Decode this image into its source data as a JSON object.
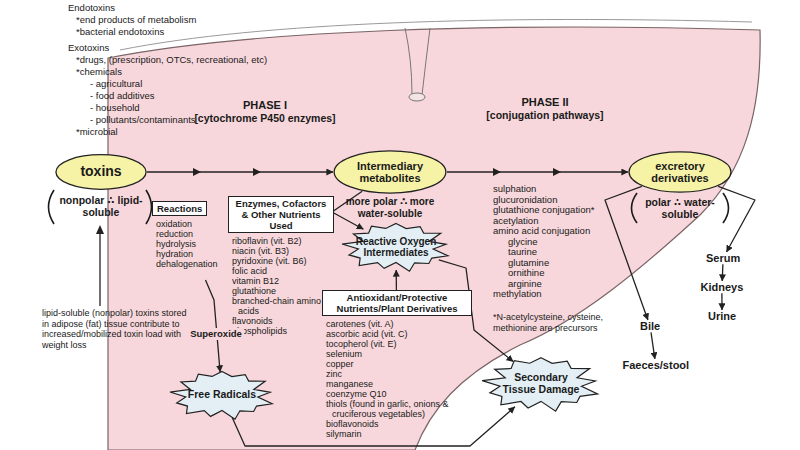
{
  "diagram": {
    "nodes": [
      {
        "text": [
          "toxins"
        ]
      },
      {
        "text": [
          "Intermediary metabolites"
        ]
      },
      {
        "text": [
          "excretory derivatives"
        ]
      },
      {
        "text": [
          "Reactions",
          "oxidation",
          "reduction",
          "hydrolysis",
          "hydration",
          "dehalogenation"
        ]
      },
      {
        "text": [
          "Enzymes, Cofactors & Other Nutrients Used",
          "riboflavin (vit. B2)",
          "niacin (vit. B3)",
          "pyridoxine (vit. B6)",
          "folic acid",
          "vitamin B12",
          "glutathione",
          "branched-chain amino acids",
          "flavonoids",
          "phospholipids"
        ]
      },
      {
        "text": [
          "Reactive Oxygen Intermediates"
        ]
      },
      {
        "text": [
          "Antioxidant/Protective Nutrients/Plant Derivatives",
          "carotenes (vit. A)",
          "ascorbic acid (vit. C)",
          "tocopherol (vit. E)",
          "selenium",
          "copper",
          "zinc",
          "manganese",
          "coenzyme Q10",
          "thiols (found in garlic, onions & cruciferous vegetables)",
          "bioflavonoids",
          "silymarin"
        ]
      },
      {
        "text": [
          "Serum"
        ]
      },
      {
        "text": [
          "Kidneys"
        ]
      },
      {
        "text": [
          "Urine"
        ]
      },
      {
        "text": [
          "Bile"
        ]
      },
      {
        "text": [
          "Faeces/stool"
        ]
      },
      {
        "text": [
          "Free Radicals"
        ]
      },
      {
        "text": [
          "Secondary Tissue Damage"
        ]
      }
    ],
    "edges": [
      {
        "from": 0,
        "to": 1,
        "arrow": "to"
      },
      {
        "from": 1,
        "to": 2,
        "arrow": "to"
      },
      {
        "from": 1,
        "to": 5,
        "arrow": "to"
      },
      {
        "from": 6,
        "to": 5,
        "arrow": "to"
      },
      {
        "from": 5,
        "to": 13,
        "arrow": "to"
      },
      {
        "from": 3,
        "to": 12,
        "label": "Superoxide",
        "arrow": "to"
      },
      {
        "from": 12,
        "to": 13,
        "arrow": "to"
      },
      {
        "from": 2,
        "to": 7,
        "arrow": "to"
      },
      {
        "from": 2,
        "to": 10,
        "arrow": "to"
      },
      {
        "from": 7,
        "to": 8,
        "arrow": "to"
      },
      {
        "from": 8,
        "to": 9,
        "arrow": "to"
      },
      {
        "from": 10,
        "to": 11,
        "arrow": "to"
      }
    ],
    "labels": [
      "Endotoxins",
      "*end products of metabolism",
      "*bacterial endotoxins",
      "Exotoxins",
      "*drugs, (prescription, OTCs, recreational, etc)",
      "*chemicals",
      "- agricultural",
      "- food additives",
      "- household",
      "- pollutants/contaminants",
      "*microbial",
      "PHASE I",
      "[cytochrome P450 enzymes]",
      "PHASE II",
      "[conjugation pathways]",
      "nonpolar ∴ lipid-soluble",
      "more polar ∴ more water-soluble",
      "polar ∴ water-soluble",
      "sulphation",
      "glucuronidation",
      "glutathione conjugation*",
      "acetylation",
      "amino acid conjugation",
      "glycine",
      "taurine",
      "glutamine",
      "ornithine",
      "arginine",
      "methylation",
      "*N-acetylcysteine, cysteine, methionine are precursors",
      "lipid-soluble (nonpolar) toxins stored in adipose (fat) tissue contribute to increased/mobilized toxin load with weight loss"
    ]
  }
}
